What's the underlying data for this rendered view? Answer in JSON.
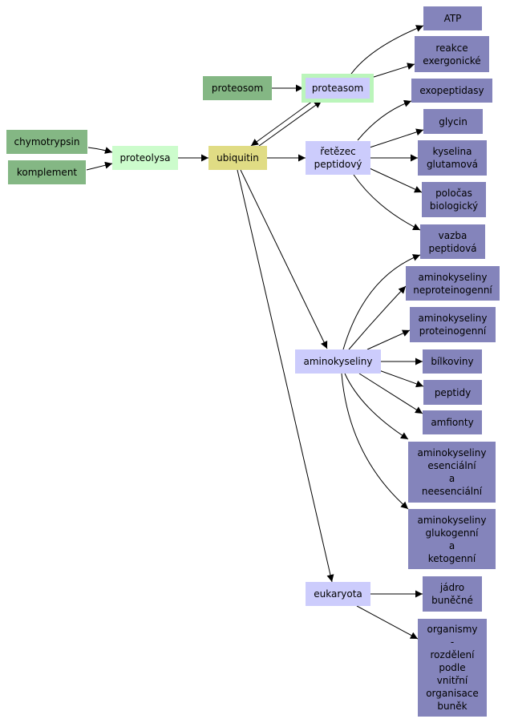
{
  "diagram": {
    "nodes": {
      "chymotrypsin": "chymotrypsin",
      "komplement": "komplement",
      "proteolysa": "proteolysa",
      "ubiquitin": "ubiquitin",
      "proteosom": "proteosom",
      "proteasom": "proteasom",
      "atp": "ATP",
      "reakce_exergonicke": "reakce\nexergonické",
      "exopeptidasy": "exopeptidasy",
      "retezec_peptidovy": "řetězec\npeptidový",
      "glycin": "glycin",
      "kyselina_glutamova": "kyselina\nglutamová",
      "polocas_biologicky": "poločas\nbiologický",
      "vazba_peptidova": "vazba\npeptidová",
      "ak_neproteinogenni": "aminokyseliny\nneproteinogenní",
      "ak_proteinogenni": "aminokyseliny\nproteinogenní",
      "aminokyseliny": "aminokyseliny",
      "bilkoviny": "bílkoviny",
      "peptidy": "peptidy",
      "amfionty": "amfionty",
      "ak_esencialni": "aminokyseliny\nesenciální\na\nneesenciální",
      "ak_glukogenni": "aminokyseliny\nglukogenní\na\nketogenní",
      "eukaryota": "eukaryota",
      "jadro_bunecne": "jádro\nbuněčné",
      "organismy": "organismy\n-\nrozdělení\npodle\nvnitřní\norganisace\nbuněk"
    },
    "edges": [
      [
        "chymotrypsin",
        "proteolysa"
      ],
      [
        "komplement",
        "proteolysa"
      ],
      [
        "proteolysa",
        "ubiquitin"
      ],
      [
        "proteosom",
        "proteasom"
      ],
      [
        "ubiquitin",
        "proteasom"
      ],
      [
        "proteasom",
        "ubiquitin"
      ],
      [
        "ubiquitin",
        "retezec_peptidovy"
      ],
      [
        "ubiquitin",
        "aminokyseliny"
      ],
      [
        "ubiquitin",
        "eukaryota"
      ],
      [
        "proteasom",
        "atp"
      ],
      [
        "proteasom",
        "reakce_exergonicke"
      ],
      [
        "retezec_peptidovy",
        "exopeptidasy"
      ],
      [
        "retezec_peptidovy",
        "glycin"
      ],
      [
        "retezec_peptidovy",
        "kyselina_glutamova"
      ],
      [
        "retezec_peptidovy",
        "polocas_biologicky"
      ],
      [
        "retezec_peptidovy",
        "vazba_peptidova"
      ],
      [
        "aminokyseliny",
        "vazba_peptidova"
      ],
      [
        "aminokyseliny",
        "ak_neproteinogenni"
      ],
      [
        "aminokyseliny",
        "ak_proteinogenni"
      ],
      [
        "aminokyseliny",
        "bilkoviny"
      ],
      [
        "aminokyseliny",
        "peptidy"
      ],
      [
        "aminokyseliny",
        "amfionty"
      ],
      [
        "aminokyseliny",
        "ak_esencialni"
      ],
      [
        "aminokyseliny",
        "ak_glukogenni"
      ],
      [
        "eukaryota",
        "jadro_bunecne"
      ],
      [
        "eukaryota",
        "organismy"
      ]
    ],
    "colors": {
      "root_source": "#84b784",
      "proteolysa": "#ccfccc",
      "ubiquitin": "#e0dc84",
      "intermediate": "#ccccfc",
      "leaf": "#8484bb",
      "selected_outline": "#bbf5bb",
      "edge": "#000000"
    }
  }
}
